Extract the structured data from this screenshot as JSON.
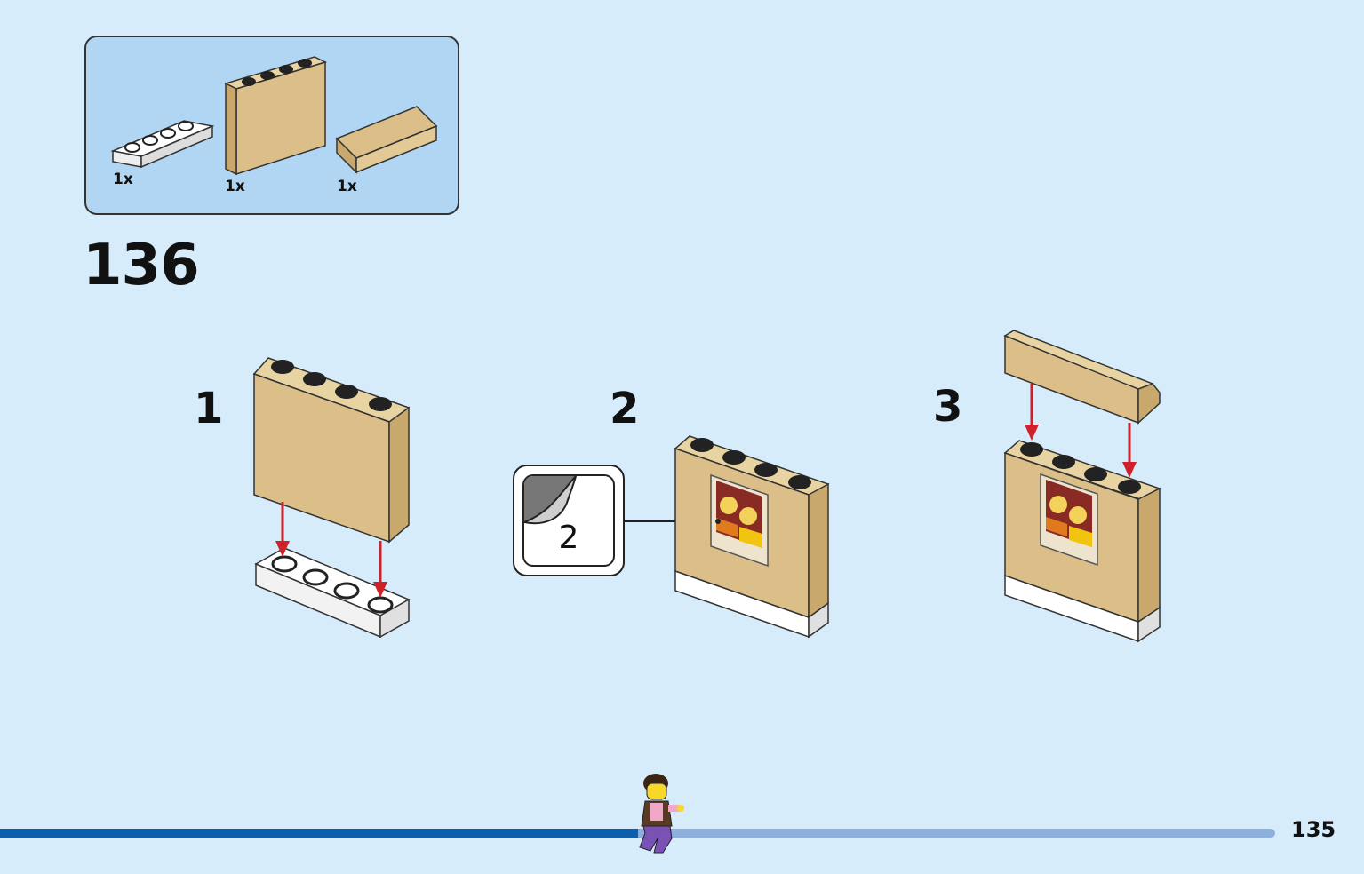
{
  "parts_list": {
    "items": [
      {
        "part": "white 1x4 plate",
        "qty": "1x"
      },
      {
        "part": "tan 1x4x3 panel",
        "qty": "1x"
      },
      {
        "part": "tan 1x4 panel",
        "qty": "1x"
      }
    ]
  },
  "step": {
    "number": "136"
  },
  "substeps": [
    {
      "label": "1"
    },
    {
      "label": "2"
    },
    {
      "label": "3"
    }
  ],
  "sticker": {
    "number": "2"
  },
  "progress": {
    "fraction": 0.5
  },
  "page": {
    "number": "135"
  },
  "colors": {
    "background": "#d6ecfa",
    "parts_box": "#b0d6f3",
    "tan": "#dcbf88",
    "arrow": "#d0202a",
    "progress_done": "#0d5fae",
    "progress_remaining": "#8eaedb"
  }
}
